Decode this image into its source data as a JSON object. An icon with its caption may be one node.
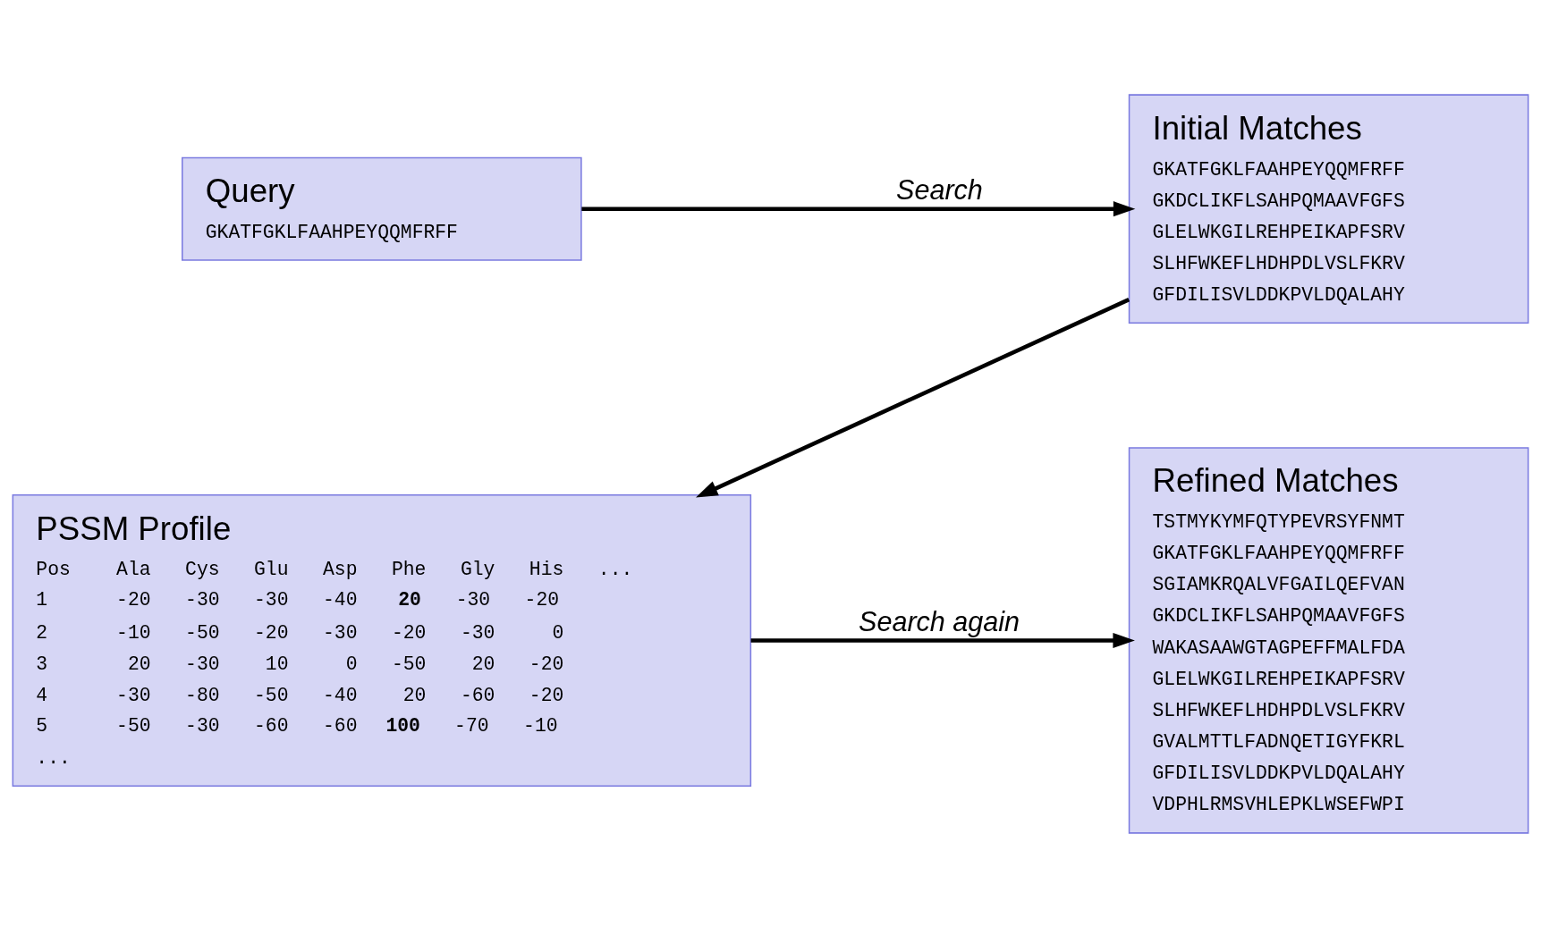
{
  "diagram": {
    "nodes": [
      {
        "text": [
          "Query",
          "GKATFGKLFAAHPEYQQMFRFF"
        ]
      },
      {
        "text": [
          "Initial Matches",
          "GKATFGKLFAAHPEYQQMFRFF",
          "GKDCLIKFLSAHPQMAAVFGFS",
          "GLELWKGILREHPEIKAPFSRV",
          "SLHFWKEFLHDHPDLVSLFKRV",
          "GFDILISVLDDKPVLDQALAHY"
        ]
      },
      {
        "text": [
          "PSSM Profile",
          "Pos Ala Cys Glu Asp Phe Gly His ...",
          "1 -20 -30 -30 -40 **20** -30 -20",
          "2 -10 -50 -20 -30 -20 -30 0",
          "3 20 -30 10 0 -50 20 -20",
          "4 -30 -80 -50 -40 20 -60 -20",
          "5 -50 -30 -60 -60 **100** -70 -10",
          "..."
        ]
      },
      {
        "text": [
          "Refined Matches",
          "TSTMYKYMFQTYPEVRSYFNMT",
          "GKATFGKLFAAHPEYQQMFRFF",
          "SGIAMKRQALVFGAILQEFVAN",
          "GKDCLIKFLSAHPQMAAVFGFS",
          "WAKASAAWGTAGPEFFMALFDA",
          "GLELWKGILREHPEIKAPFSRV",
          "SLHFWKEFLHDHPDLVSLFKRV",
          "GVALMTTLFADNQETIGYFKRL",
          "GFDILISVLDDKPVLDQALAHY",
          "VDPHLRMSVHLEPKLWSEFWPI"
        ]
      }
    ],
    "edges": [
      {
        "from": 0,
        "to": 1,
        "arrow": "to",
        "label": "Search"
      },
      {
        "from": 1,
        "to": 2,
        "arrow": "to"
      },
      {
        "from": 2,
        "to": 3,
        "arrow": "to",
        "label": "Search again"
      }
    ]
  }
}
